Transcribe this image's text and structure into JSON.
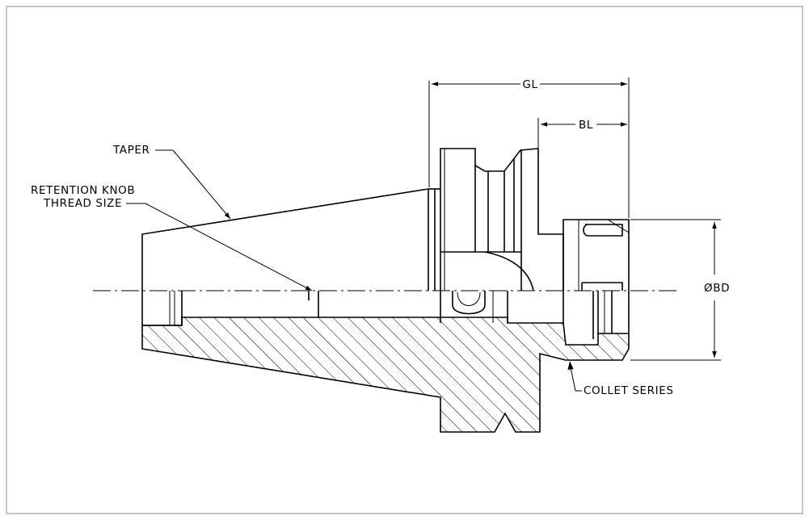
{
  "labels": {
    "taper": "TAPER",
    "retention_line1": "RETENTION KNOB",
    "retention_line2": "THREAD SIZE",
    "gl": "GL",
    "bl": "BL",
    "bd": "ØBD",
    "collet": "COLLET SERIES"
  },
  "colors": {
    "ink": "#000000",
    "border": "#a0a0a0",
    "background": "#ffffff"
  }
}
